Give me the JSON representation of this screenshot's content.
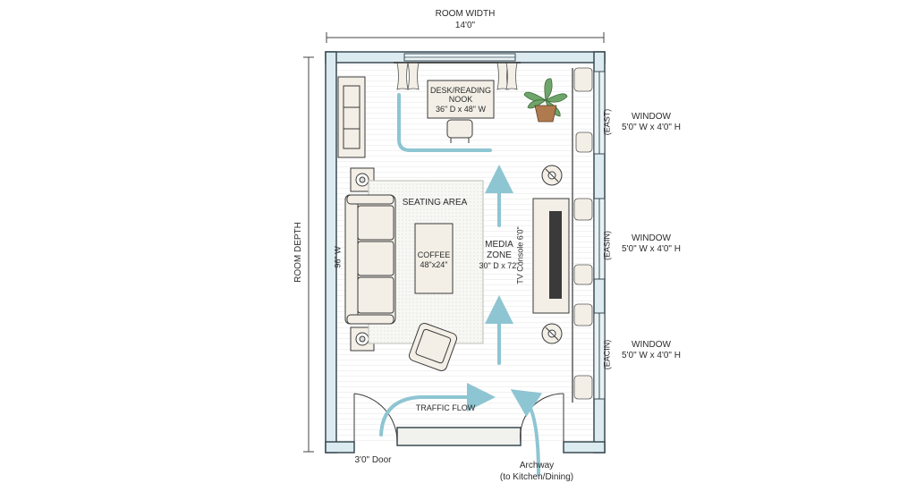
{
  "dimensions": {
    "room_width_label": "ROOM WIDTH",
    "room_width_value": "14'0\"",
    "room_depth_label": "ROOM DEPTH"
  },
  "zones": {
    "desk_title_1": "DESK/READING",
    "desk_title_2": "NOOK",
    "desk_size": "36\" D x 48\" W",
    "seating_area": "SEATING AREA",
    "sofa_width": "96\" W",
    "coffee_1": "COFFEE",
    "coffee_2": "48\"x24\"",
    "media_1": "MEDIA",
    "media_2": "ZONE",
    "media_3": "30\" D x 72\"",
    "tv_console": "TV Console 6'0\"",
    "traffic_flow": "TRAFFIC FLOW"
  },
  "windows": [
    {
      "side": "(EAST)",
      "title": "WINDOW",
      "size": "5'0\" W x 4'0\" H"
    },
    {
      "side": "(EASIN)",
      "title": "WINDOW",
      "size": "5'0\" W x 4'0\" H"
    },
    {
      "side": "(EACIN)",
      "title": "WINDOW",
      "size": "5'0\" W x 4'0\" H"
    }
  ],
  "openings": {
    "door": "3'0\" Door",
    "archway_1": "Archway",
    "archway_2": "(to Kitchen/Dining)"
  },
  "colors": {
    "wall_fill": "#dcebf0",
    "wall_stroke": "#3a4a52",
    "arrow": "#8ec5d2",
    "furniture": "#f3efe6",
    "line": "#3a3a3a",
    "plant": "#6fa56a"
  },
  "icons": [
    "plant-icon",
    "lamp-icon",
    "curtain-icon",
    "arrow-icon"
  ]
}
